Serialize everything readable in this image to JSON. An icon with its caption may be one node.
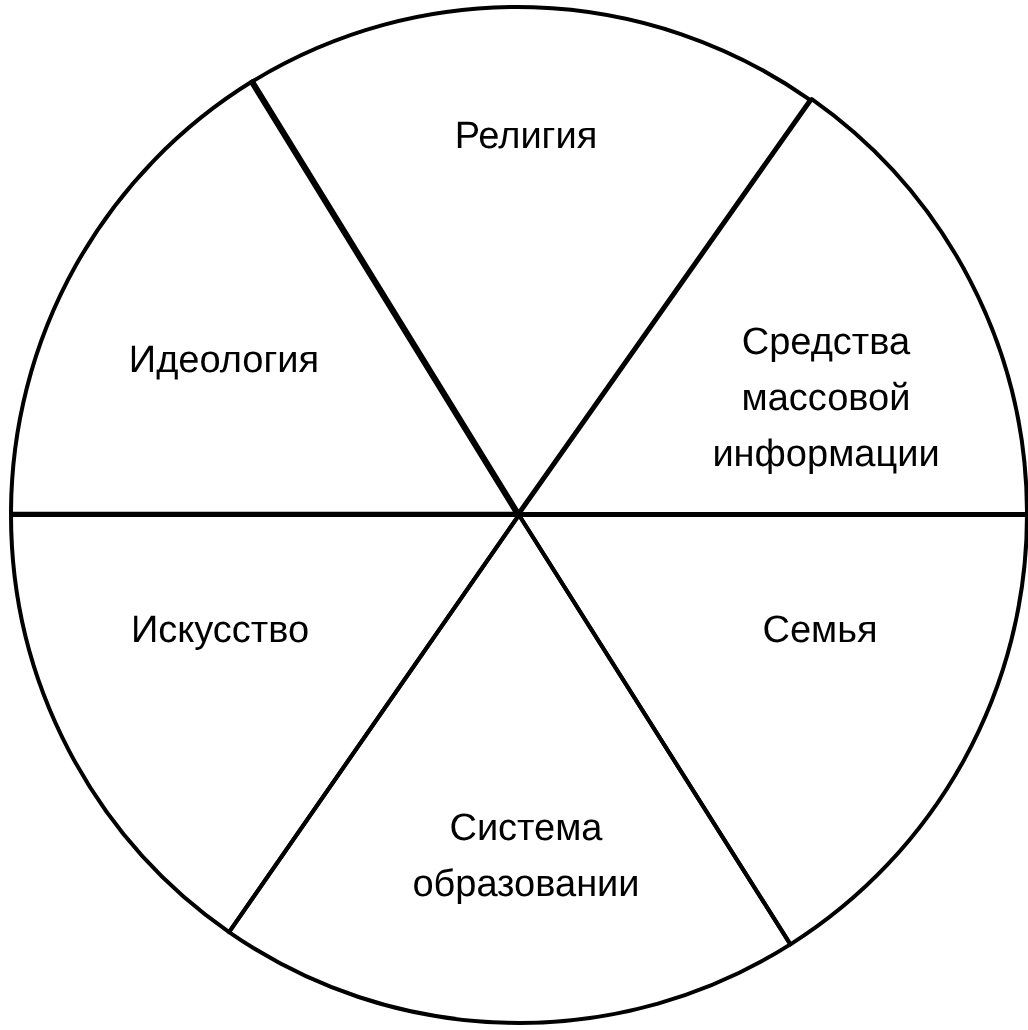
{
  "diagram": {
    "nodes": [
      {
        "text": [
          "Религия"
        ]
      },
      {
        "text": [
          "Идеология"
        ]
      },
      {
        "text": [
          "Средства массовой информации"
        ]
      },
      {
        "text": [
          "Искусство"
        ]
      },
      {
        "text": [
          "Семья"
        ]
      },
      {
        "text": [
          "Система образовании"
        ]
      }
    ]
  }
}
